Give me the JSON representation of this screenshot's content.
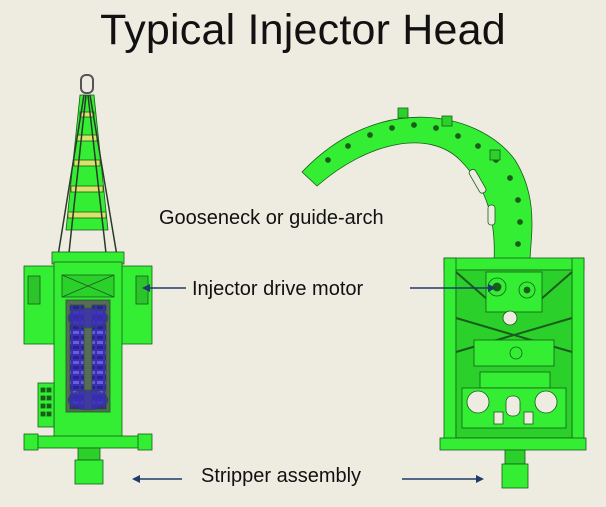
{
  "title": "Typical Injector Head",
  "labels": {
    "gooseneck": "Gooseneck or guide-arch",
    "drive_motor": "Injector drive motor",
    "stripper": "Stripper assembly"
  },
  "colors": {
    "background": "#eeece1",
    "equipment_green": "#33ee33",
    "outline": "#1a5c1a",
    "chain_blue": "#3a2fb0",
    "arrow": "#1f3a6b"
  }
}
